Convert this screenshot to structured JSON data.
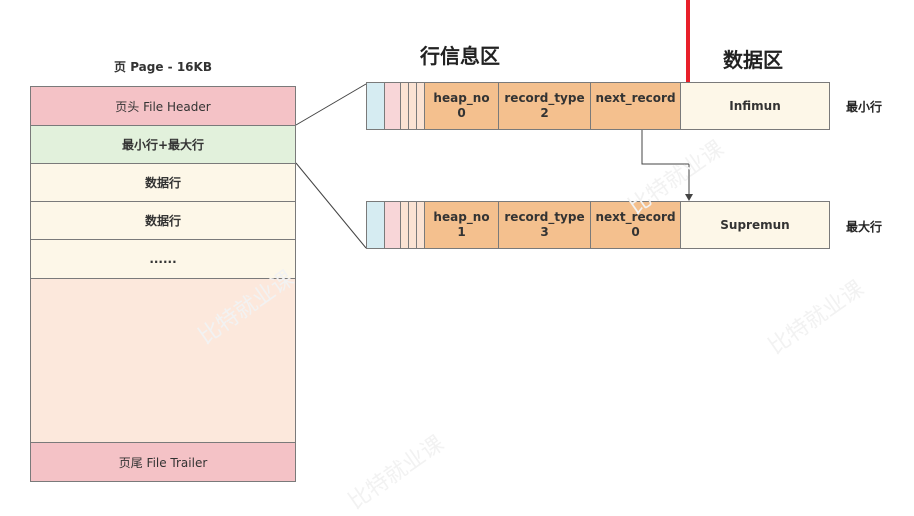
{
  "page": {
    "title": "页 Page - 16KB",
    "segments": {
      "header": "页头 File Header",
      "min_max": "最小行+最大行",
      "row1": "数据行",
      "row2": "数据行",
      "ellipsis": "......",
      "trailer": "页尾 File Trailer"
    }
  },
  "headings": {
    "row_info": "行信息区",
    "data_area": "数据区"
  },
  "records": [
    {
      "heap_no_label": "heap_no",
      "heap_no": "0",
      "record_type_label": "record_type",
      "record_type": "2",
      "next_record_label": "next_record",
      "next_record": "",
      "data": "Infimun",
      "side_label": "最小行"
    },
    {
      "heap_no_label": "heap_no",
      "heap_no": "1",
      "record_type_label": "record_type",
      "record_type": "3",
      "next_record_label": "next_record",
      "next_record": "0",
      "data": "Supremun",
      "side_label": "最大行"
    }
  ],
  "watermark": "比特就业课",
  "colors": {
    "header_pink": "#f4c2c6",
    "minmax_green": "#e2f1dc",
    "row_cream": "#fdf7e8",
    "field_orange": "#f4c08e",
    "free_space": "#fce8dc",
    "marker_red": "#e8202a"
  }
}
